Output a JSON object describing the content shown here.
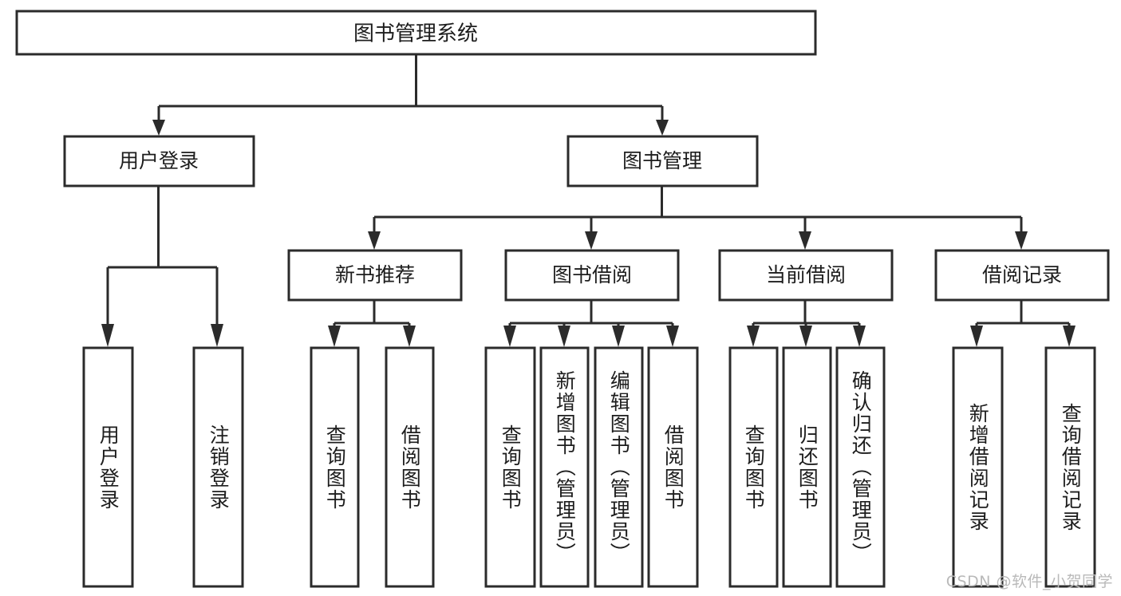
{
  "diagram": {
    "title": "图书管理系统",
    "type": "tree",
    "orientation": "top-down",
    "watermark": "CSDN @软件_小贺同学",
    "colors": {
      "box_stroke": "#2b2b2b",
      "box_fill": "#ffffff",
      "text": "#1d1d1d",
      "connector": "#2b2b2b",
      "background": "#ffffff",
      "watermark": "#b9b9b9"
    },
    "root": {
      "id": "root",
      "label": "图书管理系统"
    },
    "level2": [
      {
        "id": "user-login",
        "label": "用户登录"
      },
      {
        "id": "book-management",
        "label": "图书管理"
      }
    ],
    "level3": [
      {
        "id": "new-book-recommend",
        "label": "新书推荐",
        "parent": "book-management"
      },
      {
        "id": "book-borrow",
        "label": "图书借阅",
        "parent": "book-management"
      },
      {
        "id": "current-borrow",
        "label": "当前借阅",
        "parent": "book-management"
      },
      {
        "id": "borrow-record",
        "label": "借阅记录",
        "parent": "book-management"
      }
    ],
    "leaves": [
      {
        "id": "leaf-user-login",
        "label": "用户登录",
        "parent": "user-login"
      },
      {
        "id": "leaf-user-logout",
        "label": "注销登录",
        "parent": "user-login"
      },
      {
        "id": "leaf-query-book-1",
        "label": "查询图书",
        "parent": "new-book-recommend"
      },
      {
        "id": "leaf-borrow-book-1",
        "label": "借阅图书",
        "parent": "new-book-recommend"
      },
      {
        "id": "leaf-query-book-2",
        "label": "查询图书",
        "parent": "book-borrow"
      },
      {
        "id": "leaf-add-book",
        "label": "新增图书（管理员）",
        "parent": "book-borrow"
      },
      {
        "id": "leaf-edit-book",
        "label": "编辑图书（管理员）",
        "parent": "book-borrow"
      },
      {
        "id": "leaf-borrow-book-2",
        "label": "借阅图书",
        "parent": "book-borrow"
      },
      {
        "id": "leaf-query-book-3",
        "label": "查询图书",
        "parent": "current-borrow"
      },
      {
        "id": "leaf-return-book",
        "label": "归还图书",
        "parent": "current-borrow"
      },
      {
        "id": "leaf-confirm-return",
        "label": "确认归还（管理员）",
        "parent": "current-borrow"
      },
      {
        "id": "leaf-add-record",
        "label": "新增借阅记录",
        "parent": "borrow-record"
      },
      {
        "id": "leaf-query-record",
        "label": "查询借阅记录",
        "parent": "borrow-record"
      }
    ]
  }
}
